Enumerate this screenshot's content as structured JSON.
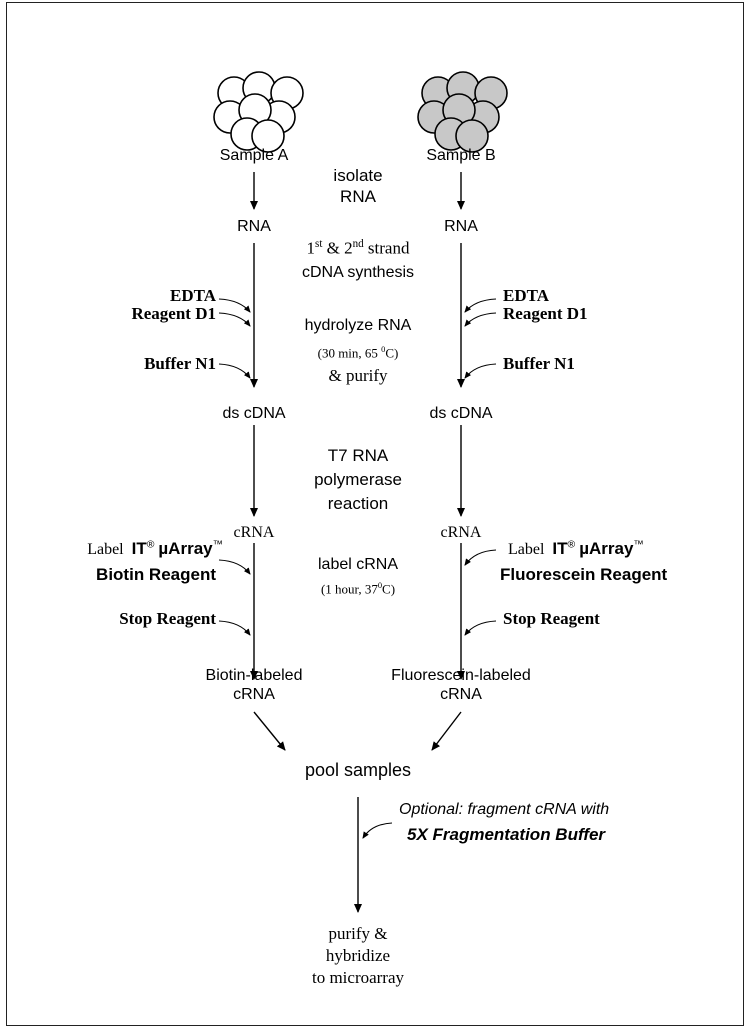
{
  "samples": {
    "a": "Sample A",
    "b": "Sample B"
  },
  "steps": {
    "isolate_rna": [
      "isolate",
      "RNA"
    ],
    "strand_synthesis": {
      "line1_first": "1",
      "line1_first_sup": "st",
      "line1_mid": " & 2",
      "line1_second_sup": "nd",
      "line1_end": " strand",
      "line2": "cDNA synthesis"
    },
    "hydrolyze": {
      "line1": "hydrolyze RNA",
      "line2_pre": "(30 min, 65 ",
      "line2_sup": "0",
      "line2_post": "C)",
      "line3": "& purify"
    },
    "t7": [
      "T7 RNA",
      "polymerase",
      "reaction"
    ],
    "label_crna": {
      "line1": "label cRNA",
      "line2_pre": "(1 hour, 37",
      "line2_sup": "0",
      "line2_post": "C)"
    },
    "pool": "pool samples",
    "optional": "Optional: fragment cRNA with",
    "fragmentation_buffer": "5X Fragmentation Buffer",
    "final": [
      "purify &",
      "hybridize",
      "to microarray"
    ]
  },
  "nodes": {
    "rna": "RNA",
    "ds_cdna": "ds cDNA",
    "crna": "cRNA",
    "biotin_labeled": [
      "Biotin-labeled",
      "cRNA"
    ],
    "fluorescein_labeled": [
      "Fluorescein-labeled",
      "cRNA"
    ]
  },
  "reagents": {
    "edta": "EDTA",
    "reagent_d1": "Reagent D1",
    "buffer_n1": "Buffer N1",
    "label_word": "Label",
    "it_mark": "IT",
    "registered": "®",
    "uarray": "µArray",
    "trademark": "™",
    "biotin_reagent": "Biotin Reagent",
    "fluorescein_reagent": "Fluorescein Reagent",
    "stop_reagent": "Stop Reagent"
  },
  "colors": {
    "sample_a_fill": "#ffffff",
    "sample_b_fill": "#c8c8c8",
    "line": "#000000"
  }
}
